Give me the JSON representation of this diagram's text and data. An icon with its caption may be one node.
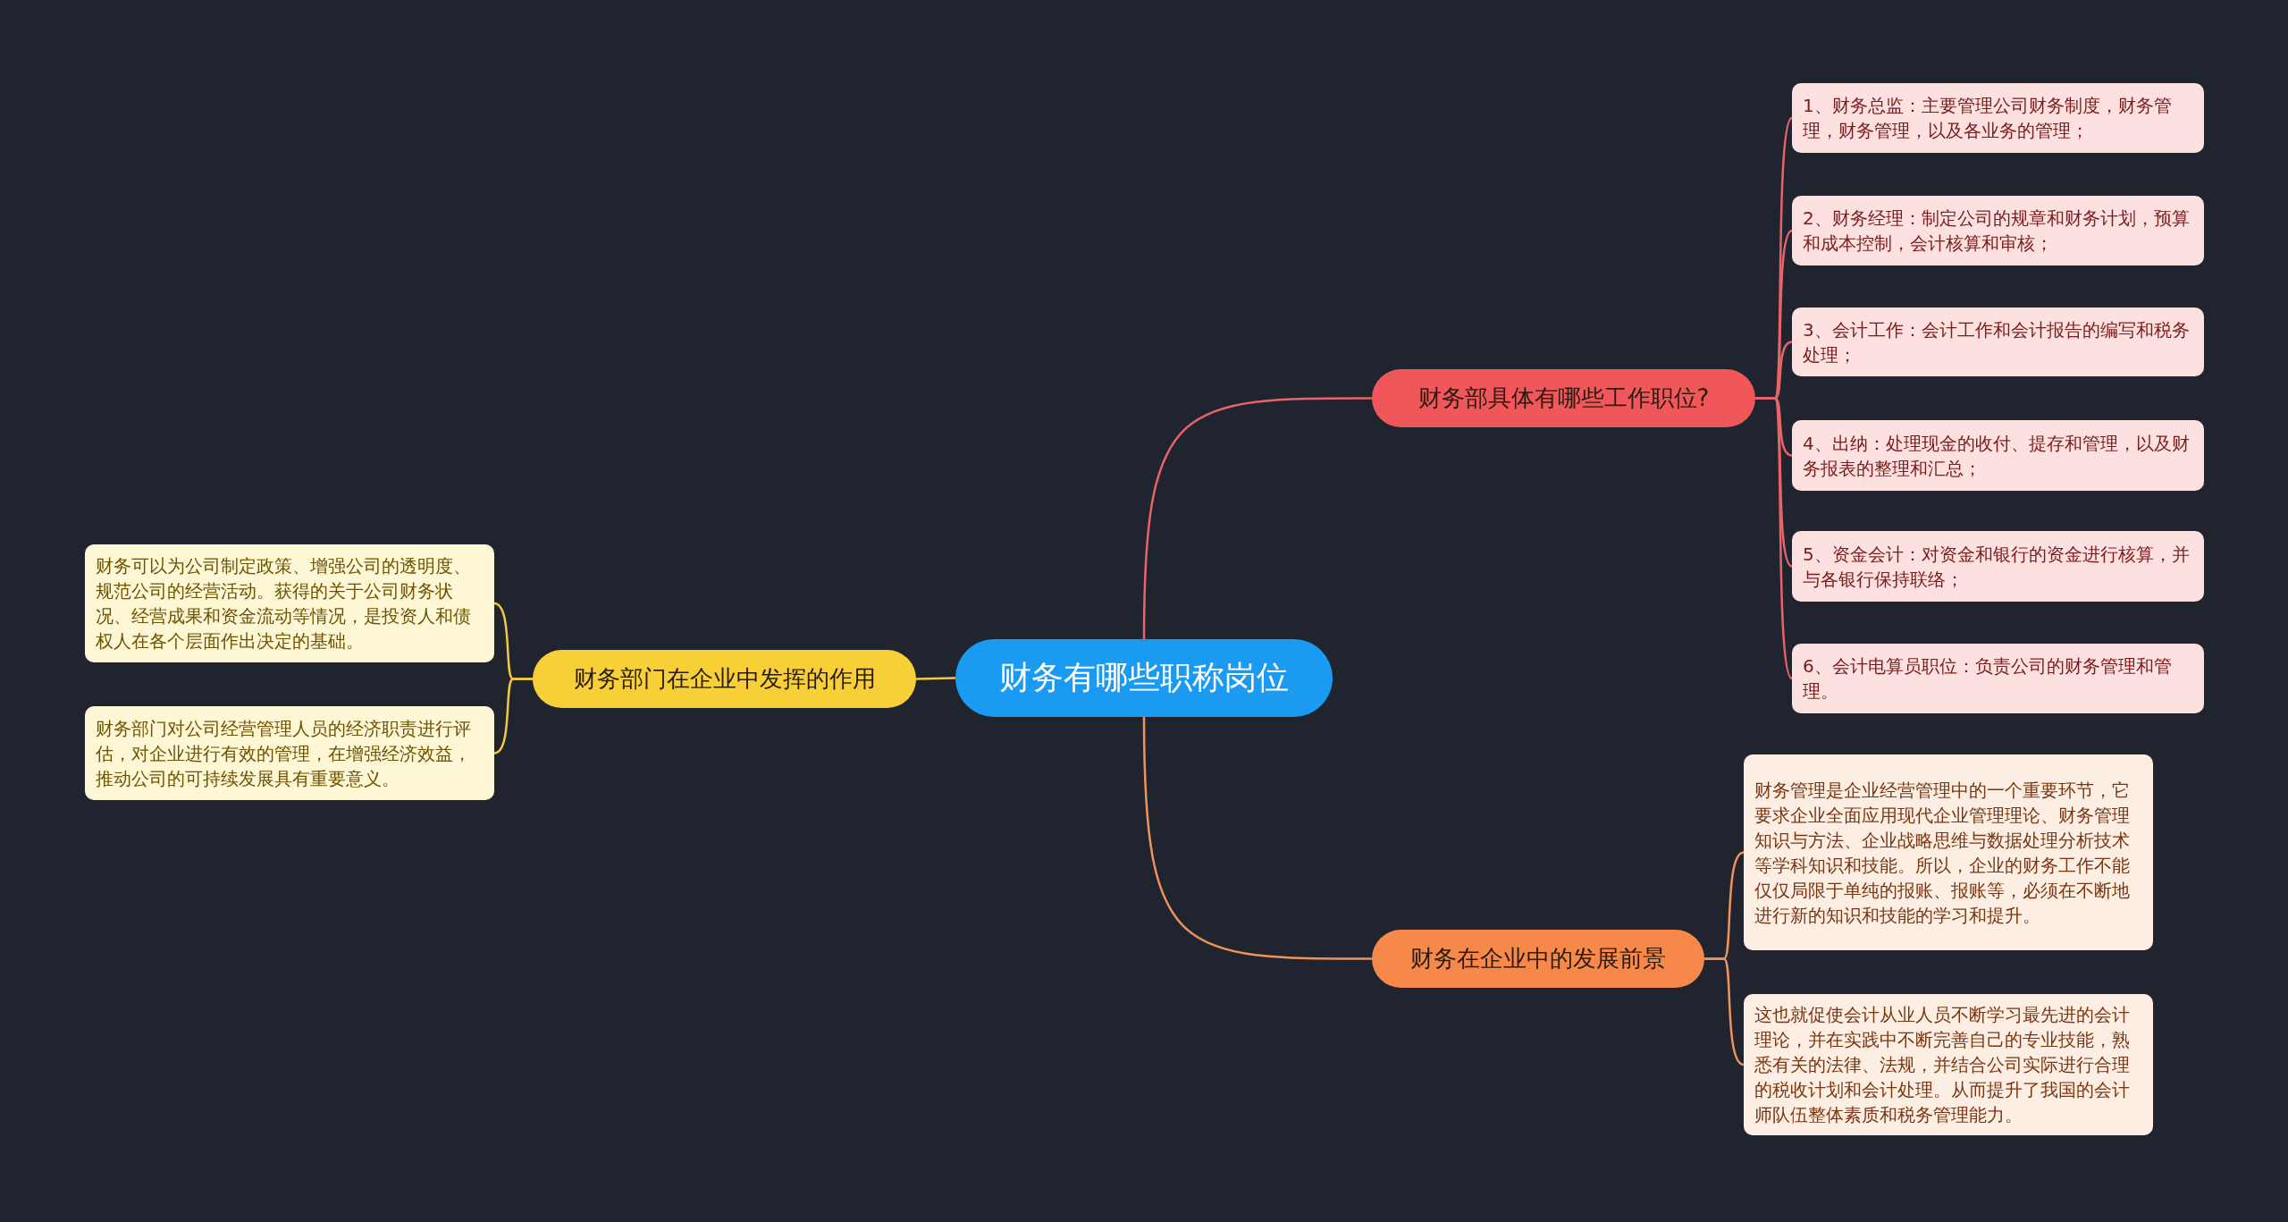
{
  "diagram": {
    "nodes": [
      {
        "text": [
          "财务有哪些职称岗位"
        ]
      },
      {
        "text": [
          "财务部具体有哪些工作职位?"
        ]
      },
      {
        "text": [
          "1、财务总监：主要管理公司财务制度，财务管理，财务管理，以及各业务的管理；"
        ]
      },
      {
        "text": [
          "2、财务经理：制定公司的规章和财务计划，预算和成本控制，会计核算和审核；"
        ]
      },
      {
        "text": [
          "3、会计工作：会计工作和会计报告的编写和税务处理；"
        ]
      },
      {
        "text": [
          "4、出纳：处理现金的收付、提存和管理，以及财务报表的整理和汇总；"
        ]
      },
      {
        "text": [
          "5、资金会计：对资金和银行的资金进行核算，并与各银行保持联络；"
        ]
      },
      {
        "text": [
          "6、会计电算员职位：负责公司的财务管理和管理。"
        ]
      },
      {
        "text": [
          "财务在企业中的发展前景"
        ]
      },
      {
        "text": [
          "财务管理是企业经营管理中的一个重要环节，它要求企业全面应用现代企业管理理论、财务管理知识与方法、企业战略思维与数据处理分析技术等学科知识和技能。所以，企业的财务工作不能仅仅局限于单纯的报账、报账等，必须在不断地进行新的知识和技能的学习和提升。"
        ]
      },
      {
        "text": [
          "这也就促使会计从业人员不断学习最先进的会计理论，并在实践中不断完善自己的专业技能，熟悉有关的法律、法规，并结合公司实际进行合理的税收计划和会计处理。从而提升了我国的会计师队伍整体素质和税务管理能力。"
        ]
      },
      {
        "text": [
          "财务部门在企业中发挥的作用"
        ]
      },
      {
        "text": [
          "财务可以为公司制定政策、增强公司的透明度、规范公司的经营活动。获得的关于公司财务状况、经营成果和资金流动等情况，是投资人和债权人在各个层面作出决定的基础。"
        ]
      },
      {
        "text": [
          "财务部门对公司经营管理人员的经济职责进行评估，对企业进行有效的管理，在增强经济效益，推动公司的可持续发展具有重要意义。"
        ]
      }
    ],
    "edges": [
      {
        "from": 0,
        "to": 1,
        "arrow": "none",
        "color": "#e8646a"
      },
      {
        "from": 1,
        "to": 2,
        "arrow": "none",
        "color": "#e8646a"
      },
      {
        "from": 1,
        "to": 3,
        "arrow": "none",
        "color": "#e8646a"
      },
      {
        "from": 1,
        "to": 4,
        "arrow": "none",
        "color": "#e8646a"
      },
      {
        "from": 1,
        "to": 5,
        "arrow": "none",
        "color": "#e8646a"
      },
      {
        "from": 1,
        "to": 6,
        "arrow": "none",
        "color": "#e8646a"
      },
      {
        "from": 1,
        "to": 7,
        "arrow": "none",
        "color": "#e8646a"
      },
      {
        "from": 0,
        "to": 8,
        "arrow": "none",
        "color": "#f0935a"
      },
      {
        "from": 8,
        "to": 9,
        "arrow": "none",
        "color": "#f0935a"
      },
      {
        "from": 8,
        "to": 10,
        "arrow": "none",
        "color": "#f0935a"
      },
      {
        "from": 0,
        "to": 11,
        "arrow": "none",
        "color": "#f5c93c"
      },
      {
        "from": 11,
        "to": 12,
        "arrow": "none",
        "color": "#f5c93c"
      },
      {
        "from": 11,
        "to": 13,
        "arrow": "none",
        "color": "#f5c93c"
      }
    ]
  }
}
